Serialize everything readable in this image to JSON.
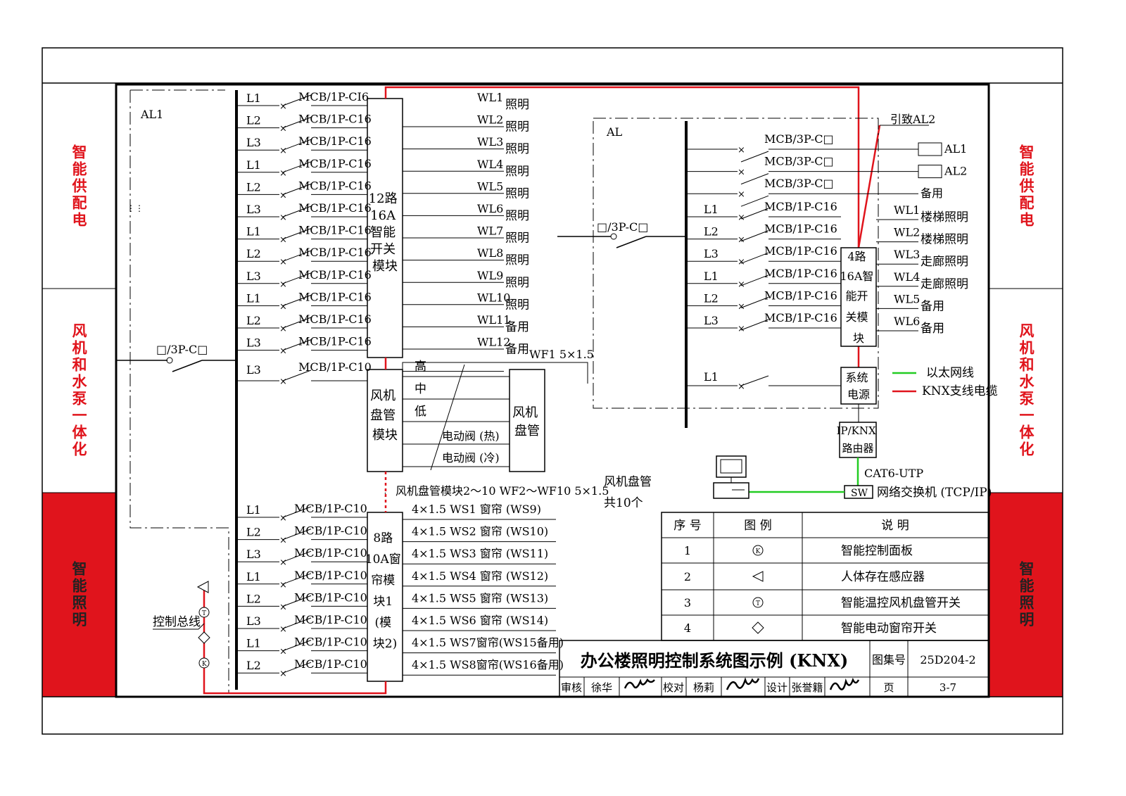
{
  "side_tabs": {
    "power": "智能供配电",
    "fan": "风机和水泵一体化",
    "lighting": "智能照明"
  },
  "al1": {
    "name": "AL1",
    "main_breaker": "□/3P-C□",
    "bus_label": "控制总线",
    "circuits": [
      {
        "phase": "L1",
        "breaker": "MCB/1P-CI6",
        "out": "WL1",
        "use": "照明"
      },
      {
        "phase": "L2",
        "breaker": "MCB/1P-C16",
        "out": "WL2",
        "use": "照明"
      },
      {
        "phase": "L3",
        "breaker": "MCB/1P-C16",
        "out": "WL3",
        "use": "照明"
      },
      {
        "phase": "L1",
        "breaker": "MCB/1P-C16",
        "out": "WL4",
        "use": "照明"
      },
      {
        "phase": "L2",
        "breaker": "MCB/1P-C16",
        "out": "WL5",
        "use": "照明"
      },
      {
        "phase": "L3",
        "breaker": "MCB/1P-C16",
        "out": "WL6",
        "use": "照明"
      },
      {
        "phase": "L1",
        "breaker": "MCB/1P-C16",
        "out": "WL7",
        "use": "照明"
      },
      {
        "phase": "L2",
        "breaker": "MCB/1P-C16",
        "out": "WL8",
        "use": "照明"
      },
      {
        "phase": "L3",
        "breaker": "MCB/1P-C16",
        "out": "WL9",
        "use": "照明"
      },
      {
        "phase": "L1",
        "breaker": "MCB/1P-C16",
        "out": "WL10",
        "use": "照明"
      },
      {
        "phase": "L2",
        "breaker": "MCB/1P-C16",
        "out": "WL11",
        "use": "备用"
      },
      {
        "phase": "L3",
        "breaker": "MCB/1P-C16",
        "out": "WL12",
        "use": "备用"
      }
    ],
    "fan_circuit": {
      "phase": "L3",
      "breaker": "MCB/1P-C10",
      "out": "WF1 5×1.5"
    },
    "curtain_circuits": [
      {
        "phase": "L1",
        "breaker": "MCB/1P-C10",
        "out": "4×1.5  WS1 窗帘 (WS9)"
      },
      {
        "phase": "L2",
        "breaker": "MCB/1P-C10",
        "out": "4×1.5  WS2 窗帘 (WS10)"
      },
      {
        "phase": "L3",
        "breaker": "MCB/1P-C10",
        "out": "4×1.5  WS3 窗帘 (WS11)"
      },
      {
        "phase": "L1",
        "breaker": "MCB/1P-C10",
        "out": "4×1.5  WS4 窗帘 (WS12)"
      },
      {
        "phase": "L2",
        "breaker": "MCB/1P-C10",
        "out": "4×1.5  WS5 窗帘 (WS13)"
      },
      {
        "phase": "L3",
        "breaker": "MCB/1P-C10",
        "out": "4×1.5  WS6 窗帘 (WS14)"
      },
      {
        "phase": "L1",
        "breaker": "MCB/1P-C10",
        "out": "4×1.5 WS7窗帘(WS15备用)"
      },
      {
        "phase": "L2",
        "breaker": "MCB/1P-C10",
        "out": "4×1.5 WS8窗帘(WS16备用)"
      }
    ],
    "module_12": [
      "12路",
      "16A",
      "智能",
      "开关",
      "模块"
    ],
    "fan_module": [
      "风机",
      "盘管",
      "模块"
    ],
    "fan_speeds": [
      "高",
      "中",
      "低"
    ],
    "valves": [
      "电动阀 (热)",
      "电动阀 (冷)"
    ],
    "fan_coil": [
      "风机",
      "盘管"
    ],
    "fan_note": "风机盘管模块2～10 WF2～WF10   5×1.5",
    "fan_count": [
      "风机盘管",
      "共10个"
    ],
    "curtain_module": [
      "8路",
      "10A窗",
      "帘模",
      "块1",
      "(模",
      "块2)"
    ]
  },
  "al": {
    "name": "AL",
    "to_al2": "引致AL2",
    "main_breaker": "□/3P-C□",
    "feeders": [
      {
        "breaker": "MCB/3P-C□",
        "out": "AL1"
      },
      {
        "breaker": "MCB/3P-C□",
        "out": "AL2"
      },
      {
        "breaker": "MCB/3P-C□",
        "out": "备用"
      }
    ],
    "circuits": [
      {
        "phase": "L1",
        "breaker": "MCB/1P-C16",
        "out": "WL1",
        "use": "楼梯照明"
      },
      {
        "phase": "L2",
        "breaker": "MCB/1P-C16",
        "out": "WL2",
        "use": "楼梯照明"
      },
      {
        "phase": "L3",
        "breaker": "MCB/1P-C16",
        "out": "WL3",
        "use": "走廊照明"
      },
      {
        "phase": "L1",
        "breaker": "MCB/1P-C16",
        "out": "WL4",
        "use": "走廊照明"
      },
      {
        "phase": "L2",
        "breaker": "MCB/1P-C16",
        "out": "WL5",
        "use": "备用"
      },
      {
        "phase": "L3",
        "breaker": "MCB/1P-C16",
        "out": "WL6",
        "use": "备用"
      }
    ],
    "psu_phase": "L1",
    "module_4": [
      "4路",
      "16A智",
      "能开",
      "关模",
      "块"
    ],
    "psu": [
      "系统",
      "电源"
    ],
    "router": [
      "IP/KNX",
      "路由器"
    ],
    "cable": "CAT6-UTP",
    "switch_tag": "SW",
    "switch_label": "网络交换机 (TCP/IP)"
  },
  "legend_lines": [
    {
      "label": "以太网线",
      "color": "#22cc22"
    },
    {
      "label": "KNX支线电缆",
      "color": "#e0141c"
    }
  ],
  "symbol_table": {
    "headers": [
      "序 号",
      "图 例",
      "说 明"
    ],
    "rows": [
      {
        "no": "1",
        "icon": "smart-panel-icon",
        "symbol": "K",
        "desc": "智能控制面板"
      },
      {
        "no": "2",
        "icon": "presence-sensor-icon",
        "symbol": "◁",
        "desc": "人体存在感应器"
      },
      {
        "no": "3",
        "icon": "thermostat-switch-icon",
        "symbol": "T",
        "desc": "智能温控风机盘管开关"
      },
      {
        "no": "4",
        "icon": "curtain-switch-icon",
        "symbol": "◇",
        "desc": "智能电动窗帘开关"
      }
    ]
  },
  "title_block": {
    "title": "办公楼照明控制系统图示例 (KNX)",
    "atlas_label": "图集号",
    "atlas_no": "25D204-2",
    "review_label": "审核",
    "review_name": "徐华",
    "check_label": "校对",
    "check_name": "杨莉",
    "design_label": "设计",
    "design_name": "张誉籍",
    "page_label": "页",
    "page_no": "3-7"
  },
  "colors": {
    "red": "#e0141c",
    "green": "#22cc22",
    "ink": "#000000"
  }
}
